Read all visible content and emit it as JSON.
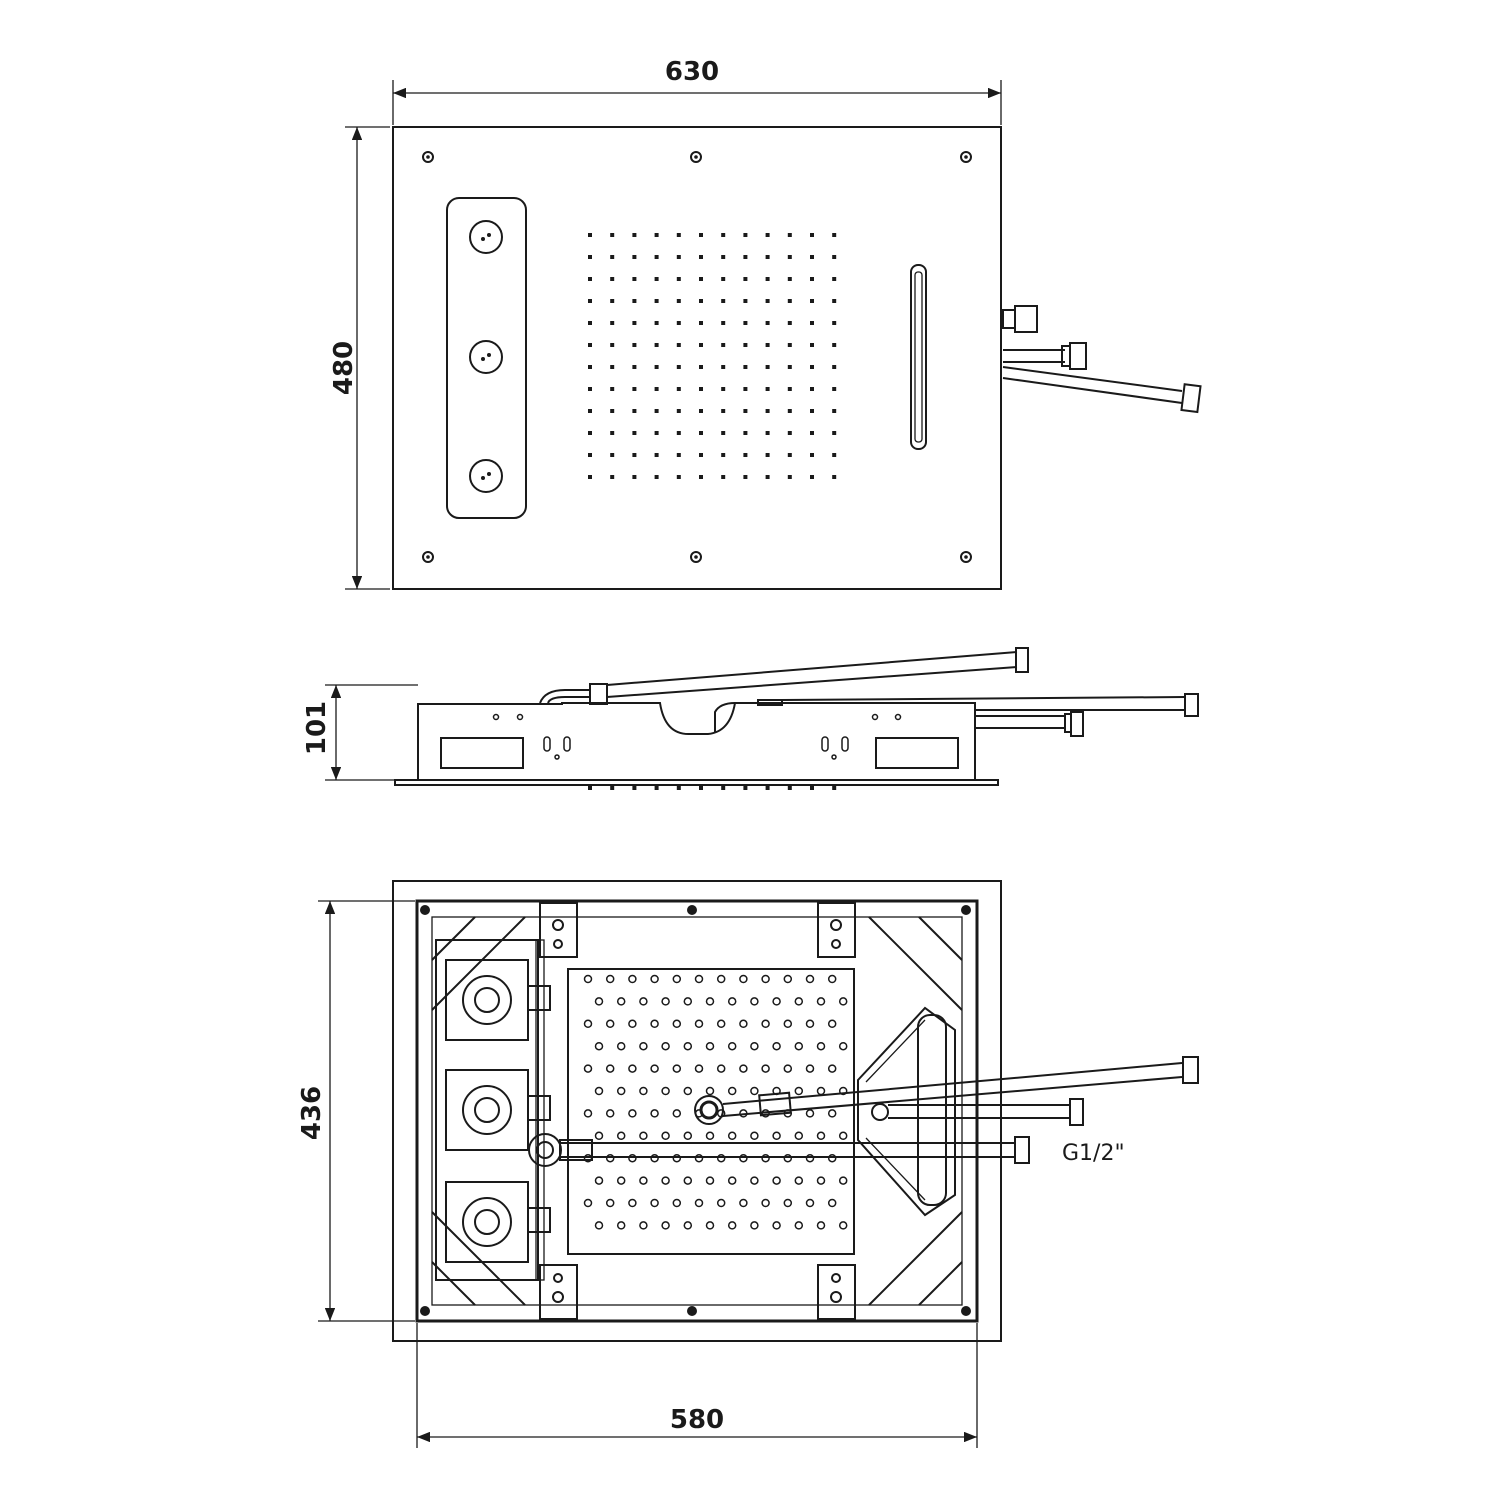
{
  "title": "Concealed shower head technical drawing",
  "dimensions": {
    "width_top": "630",
    "height_top": "480",
    "depth_side": "101",
    "height_bottom": "436",
    "width_bottom": "580"
  },
  "labels": {
    "connection": "G1/2\""
  },
  "colors": {
    "line": "#1a1a1a",
    "background": "#ffffff"
  }
}
